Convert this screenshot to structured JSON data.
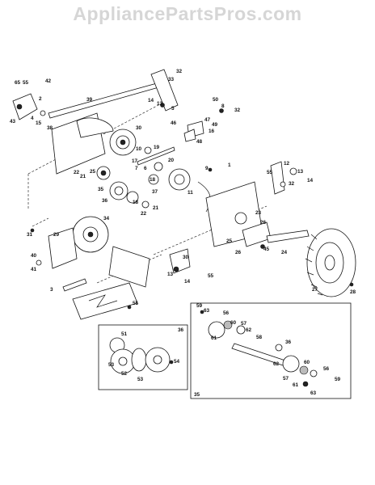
{
  "watermark": "AppliancePartsPros.com",
  "callouts": [
    {
      "id": "c65",
      "text": "65"
    },
    {
      "id": "c55a",
      "text": "55"
    },
    {
      "id": "c42",
      "text": "42"
    },
    {
      "id": "c2",
      "text": "2"
    },
    {
      "id": "c4",
      "text": "4"
    },
    {
      "id": "c43",
      "text": "43"
    },
    {
      "id": "c15a",
      "text": "15"
    },
    {
      "id": "c38",
      "text": "38"
    },
    {
      "id": "c39",
      "text": "39"
    },
    {
      "id": "c32a",
      "text": "32"
    },
    {
      "id": "c33",
      "text": "33"
    },
    {
      "id": "c5",
      "text": "5"
    },
    {
      "id": "c14a",
      "text": "14"
    },
    {
      "id": "c13a",
      "text": "13"
    },
    {
      "id": "c50",
      "text": "50"
    },
    {
      "id": "c8",
      "text": "8"
    },
    {
      "id": "c32b",
      "text": "32"
    },
    {
      "id": "c46",
      "text": "46"
    },
    {
      "id": "c47",
      "text": "47"
    },
    {
      "id": "c49",
      "text": "49"
    },
    {
      "id": "c16",
      "text": "16"
    },
    {
      "id": "c48",
      "text": "48"
    },
    {
      "id": "c30",
      "text": "30"
    },
    {
      "id": "c10",
      "text": "10"
    },
    {
      "id": "c19",
      "text": "19"
    },
    {
      "id": "c17",
      "text": "17"
    },
    {
      "id": "c18a",
      "text": "18"
    },
    {
      "id": "c20",
      "text": "20"
    },
    {
      "id": "c7",
      "text": "7"
    },
    {
      "id": "c6",
      "text": "6"
    },
    {
      "id": "c9",
      "text": "9"
    },
    {
      "id": "c1",
      "text": "1"
    },
    {
      "id": "c12",
      "text": "12"
    },
    {
      "id": "c55b",
      "text": "55"
    },
    {
      "id": "c13b",
      "text": "13"
    },
    {
      "id": "c14b",
      "text": "14"
    },
    {
      "id": "c32c",
      "text": "32"
    },
    {
      "id": "c22a",
      "text": "22"
    },
    {
      "id": "c21a",
      "text": "21"
    },
    {
      "id": "c25",
      "text": "25"
    },
    {
      "id": "c35a",
      "text": "35"
    },
    {
      "id": "c36a",
      "text": "36"
    },
    {
      "id": "c37",
      "text": "37"
    },
    {
      "id": "c18b",
      "text": "18"
    },
    {
      "id": "c21b",
      "text": "21"
    },
    {
      "id": "c22b",
      "text": "22"
    },
    {
      "id": "c11",
      "text": "11"
    },
    {
      "id": "c34",
      "text": "34"
    },
    {
      "id": "c31",
      "text": "31"
    },
    {
      "id": "c29",
      "text": "29"
    },
    {
      "id": "c40",
      "text": "40"
    },
    {
      "id": "c41",
      "text": "41"
    },
    {
      "id": "c3",
      "text": "3"
    },
    {
      "id": "c55c",
      "text": "55"
    },
    {
      "id": "c23",
      "text": "23"
    },
    {
      "id": "c26a",
      "text": "26"
    },
    {
      "id": "c25b",
      "text": "25"
    },
    {
      "id": "c26b",
      "text": "26"
    },
    {
      "id": "c45",
      "text": "45"
    },
    {
      "id": "c24",
      "text": "24"
    },
    {
      "id": "c27",
      "text": "27"
    },
    {
      "id": "c28",
      "text": "28"
    },
    {
      "id": "c30b",
      "text": "30"
    },
    {
      "id": "c13c",
      "text": "13"
    },
    {
      "id": "c14c",
      "text": "14"
    },
    {
      "id": "c55d",
      "text": "55"
    },
    {
      "id": "c36box",
      "text": "36"
    },
    {
      "id": "c51",
      "text": "51"
    },
    {
      "id": "c53a",
      "text": "53"
    },
    {
      "id": "c52",
      "text": "52"
    },
    {
      "id": "c53b",
      "text": "53"
    },
    {
      "id": "c54",
      "text": "54"
    },
    {
      "id": "c59a",
      "text": "59"
    },
    {
      "id": "c63a",
      "text": "63"
    },
    {
      "id": "c56a",
      "text": "56"
    },
    {
      "id": "c60a",
      "text": "60"
    },
    {
      "id": "c57a",
      "text": "57"
    },
    {
      "id": "c61a",
      "text": "61"
    },
    {
      "id": "c62a",
      "text": "62"
    },
    {
      "id": "c58",
      "text": "58"
    },
    {
      "id": "c36c",
      "text": "36"
    },
    {
      "id": "c62b",
      "text": "62"
    },
    {
      "id": "c57b",
      "text": "57"
    },
    {
      "id": "c60b",
      "text": "60"
    },
    {
      "id": "c56b",
      "text": "56"
    },
    {
      "id": "c61b",
      "text": "61"
    },
    {
      "id": "c59b",
      "text": "59"
    },
    {
      "id": "c63b",
      "text": "63"
    },
    {
      "id": "c35box",
      "text": "35"
    }
  ]
}
